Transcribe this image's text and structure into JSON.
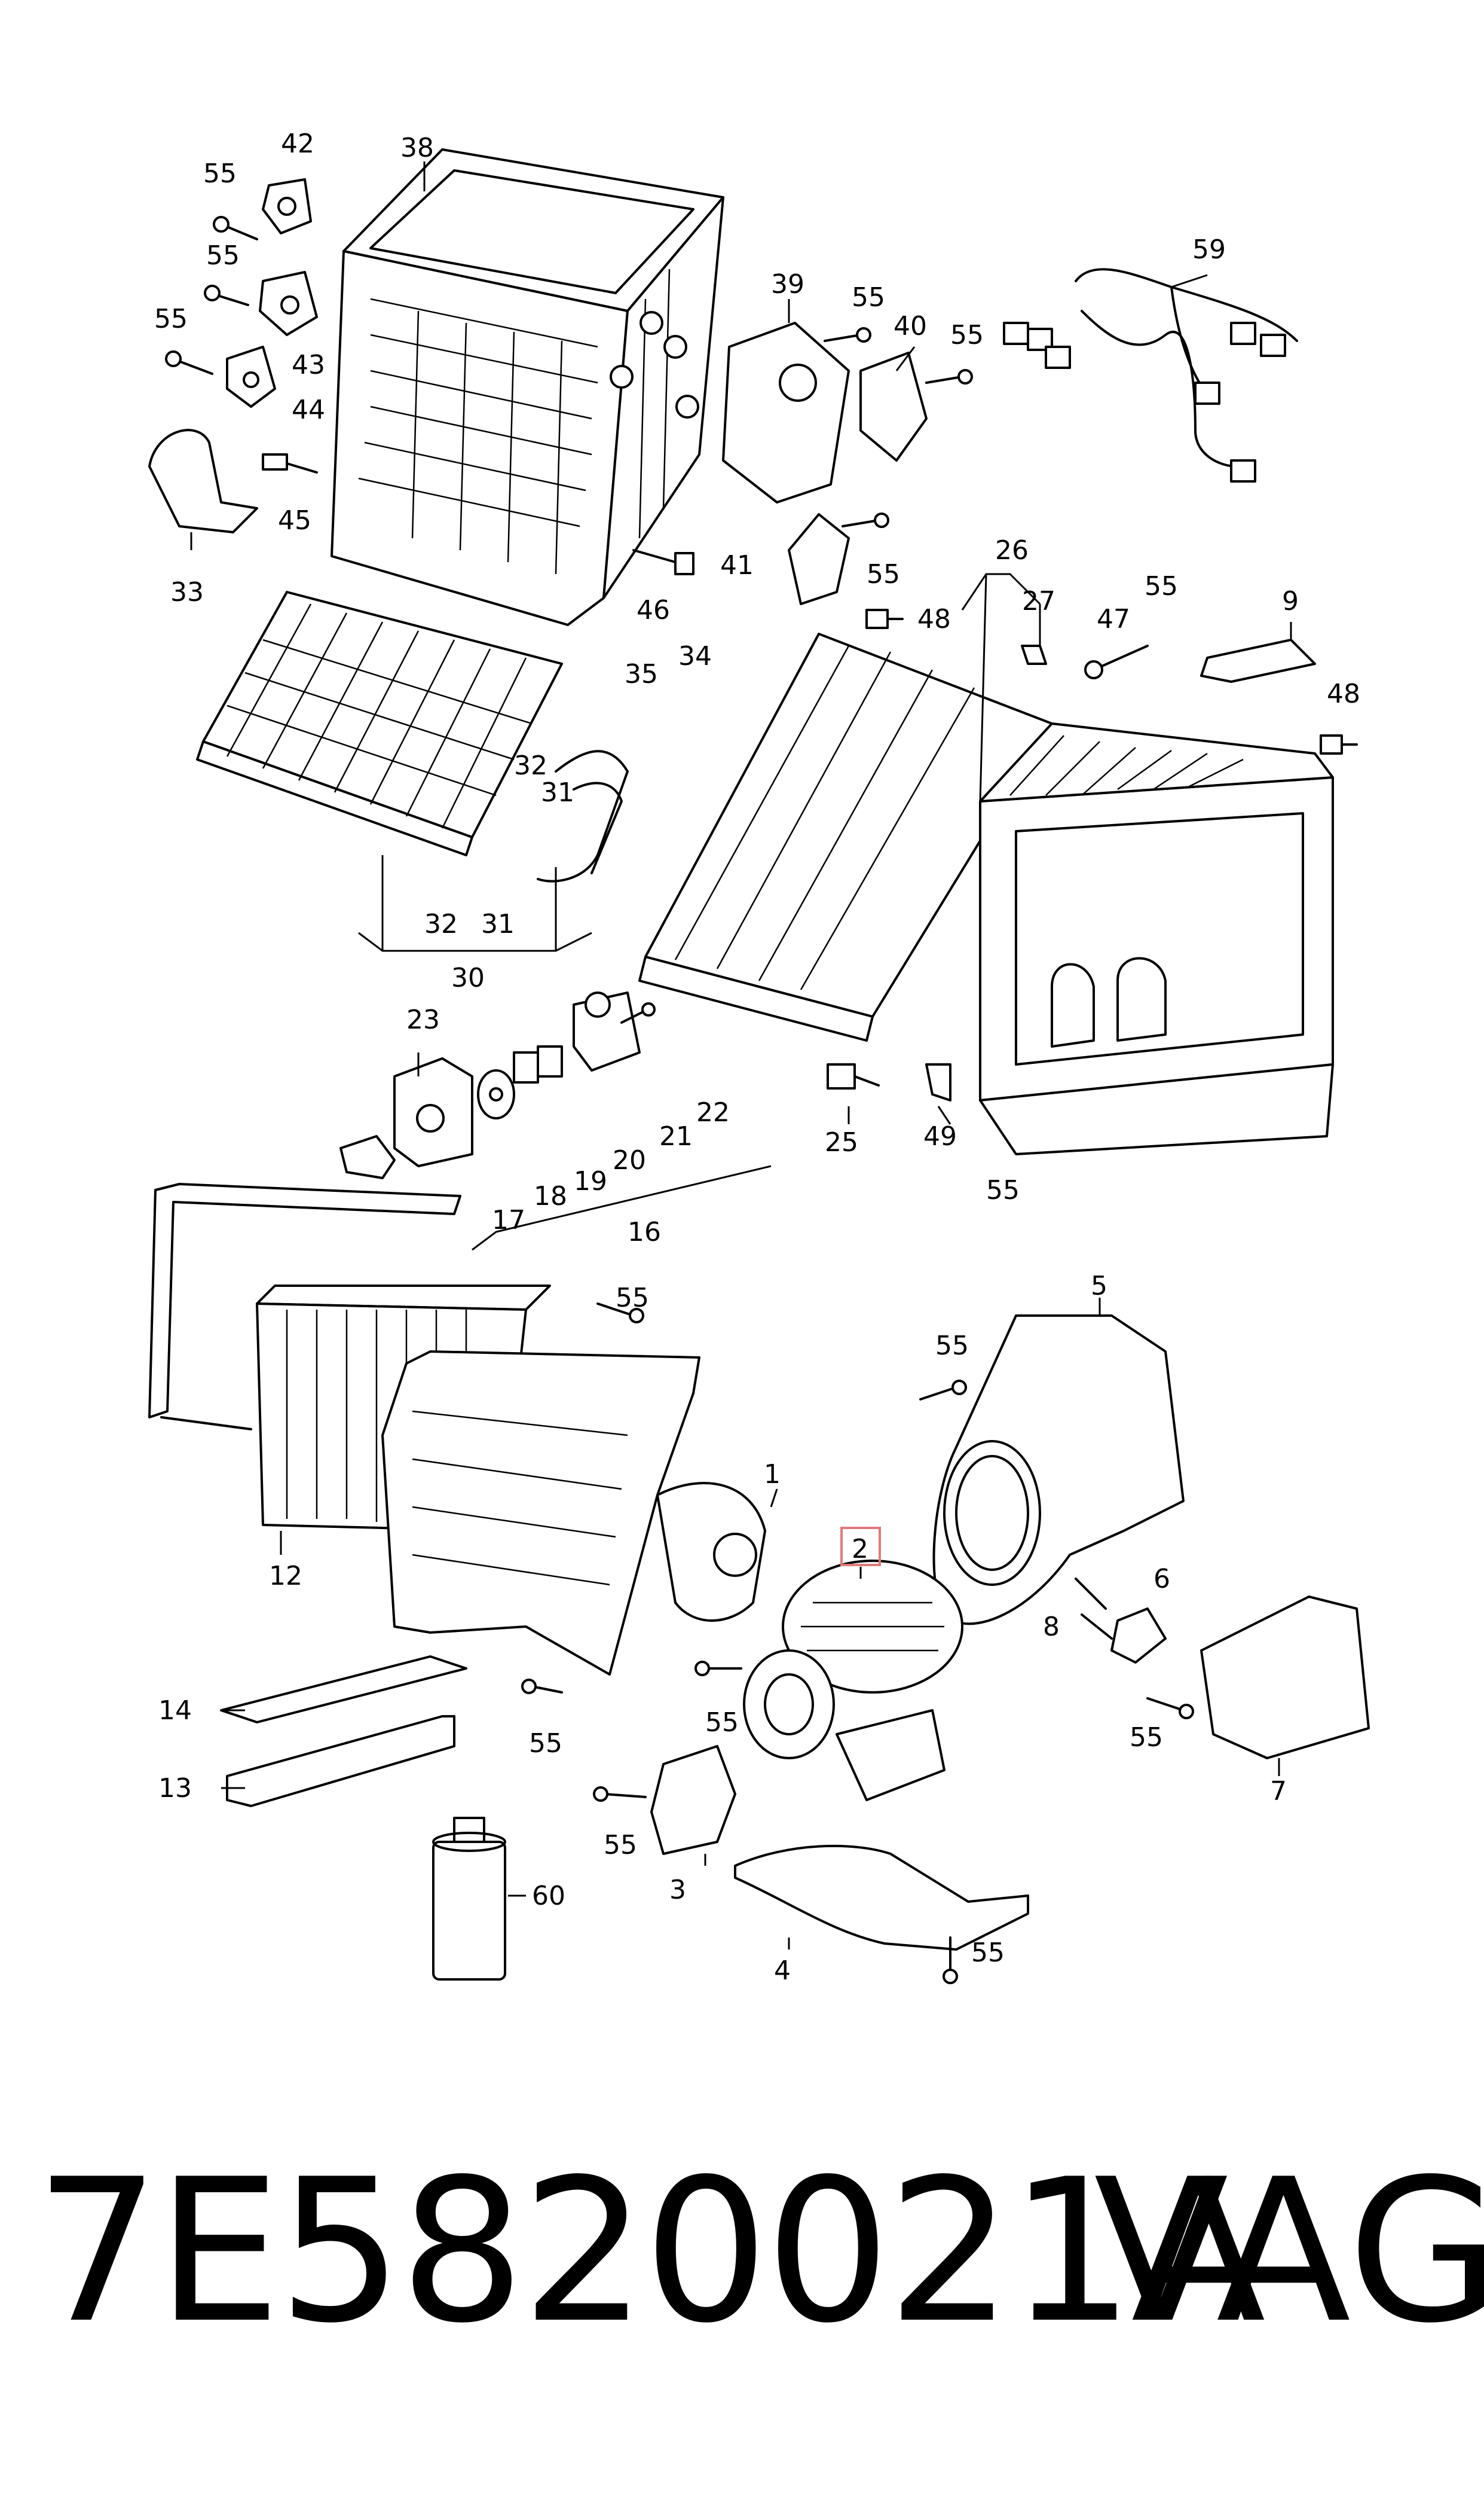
{
  "labels": {
    "c1": "1",
    "c2": "2",
    "c3": "3",
    "c4": "4",
    "c5": "5",
    "c6": "6",
    "c7": "7",
    "c8": "8",
    "c9": "9",
    "c12": "12",
    "c13": "13",
    "c14": "14",
    "c16": "16",
    "c17": "17",
    "c18": "18",
    "c19": "19",
    "c20": "20",
    "c21": "21",
    "c22": "22",
    "c23": "23",
    "c25": "25",
    "c26": "26",
    "c27": "27",
    "c30": "30",
    "c31": "31",
    "c32": "32",
    "c33": "33",
    "c34": "34",
    "c35": "35",
    "c38": "38",
    "c39": "39",
    "c40": "40",
    "c41": "41",
    "c42": "42",
    "c43": "43",
    "c44": "44",
    "c45": "45",
    "c46": "46",
    "c47": "47",
    "c48": "48",
    "c49": "49",
    "c55": "55",
    "c59": "59",
    "c60": "60"
  },
  "highlight": {
    "label": "2",
    "color": "#e07a7a"
  },
  "footer": {
    "part_number": "7E5820021A",
    "brand": "VAG"
  }
}
